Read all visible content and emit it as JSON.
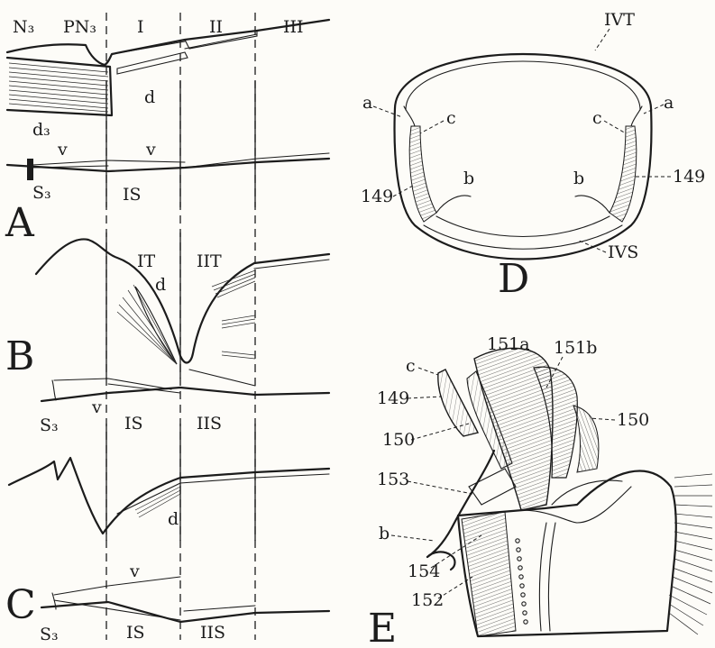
{
  "panels": {
    "A": {
      "letter": "A",
      "labels": {
        "N3": "N₃",
        "PN3": "PN₃",
        "seg1": "I",
        "seg2": "II",
        "seg3": "III",
        "d": "d",
        "d3": "d₃",
        "v1": "v",
        "v2": "v",
        "S3": "S₃",
        "IS": "IS"
      }
    },
    "B": {
      "letter": "B",
      "labels": {
        "IT": "IT",
        "IIT": "IIT",
        "d": "d",
        "v": "v",
        "S3": "S₃",
        "IS": "IS",
        "IIS": "IIS"
      }
    },
    "C": {
      "letter": "C",
      "labels": {
        "d": "d",
        "v": "v",
        "S3": "S₃",
        "IS": "IS",
        "IIS": "IIS"
      }
    },
    "D": {
      "letter": "D",
      "labels": {
        "IVT": "IVT",
        "a_left": "a",
        "a_right": "a",
        "c_left": "c",
        "c_right": "c",
        "b_left": "b",
        "b_right": "b",
        "m149_left": "149",
        "m149_right": "149",
        "IVS": "IVS"
      }
    },
    "E": {
      "letter": "E",
      "labels": {
        "m151a": "151a",
        "m151b": "151b",
        "c": "c",
        "m149": "149",
        "m150_left": "150",
        "m150_right": "150",
        "m153": "153",
        "b": "b",
        "m154": "154",
        "m152": "152"
      }
    }
  }
}
